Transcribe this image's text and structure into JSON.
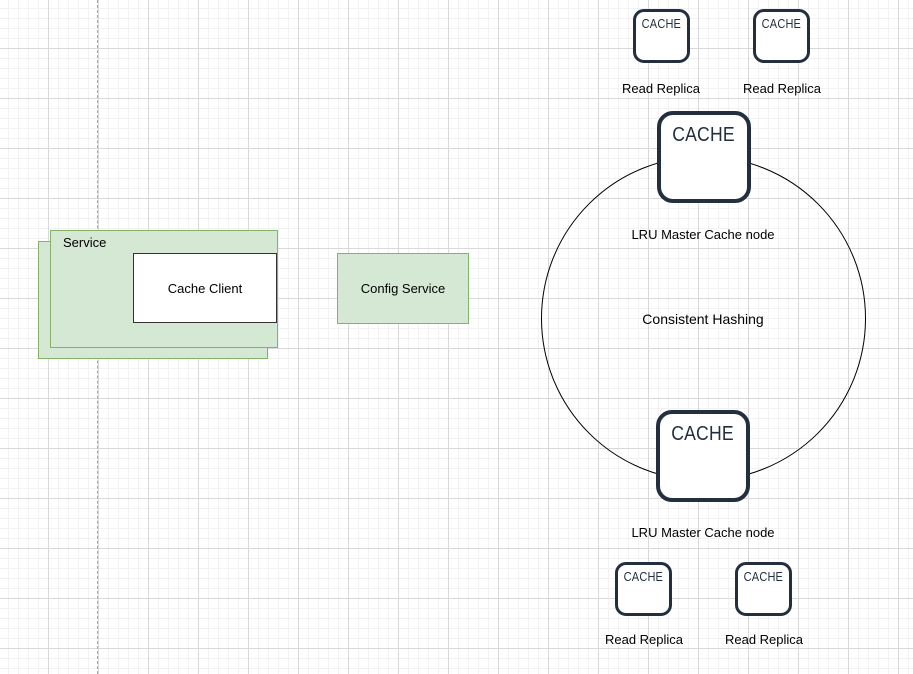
{
  "canvas": {
    "background": "#ffffff",
    "grid_minor_color": "#f2f2f2",
    "grid_major_color": "#d9d9d9",
    "guide_line_color": "#a6a6a6"
  },
  "shapes": {
    "service_group": {
      "label": "Service",
      "fill": "#d5e8d4",
      "stroke": "#82b366"
    },
    "cache_client": {
      "label": "Cache Client",
      "fill": "#ffffff",
      "stroke": "#333333"
    },
    "config_service": {
      "label": "Config Service",
      "fill": "#d5e8d4",
      "stroke": "#82b366"
    },
    "hash_ring": {
      "label": "Consistent Hashing",
      "stroke": "#000000"
    },
    "cache_nodes": {
      "icon_text": "CACHE",
      "stroke": "#232f3e",
      "master_top_label": "LRU Master Cache node",
      "master_bottom_label": "LRU Master Cache node"
    },
    "replicas": [
      {
        "label": "Read Replica"
      },
      {
        "label": "Read Replica"
      },
      {
        "label": "Read Replica"
      },
      {
        "label": "Read Replica"
      }
    ]
  }
}
